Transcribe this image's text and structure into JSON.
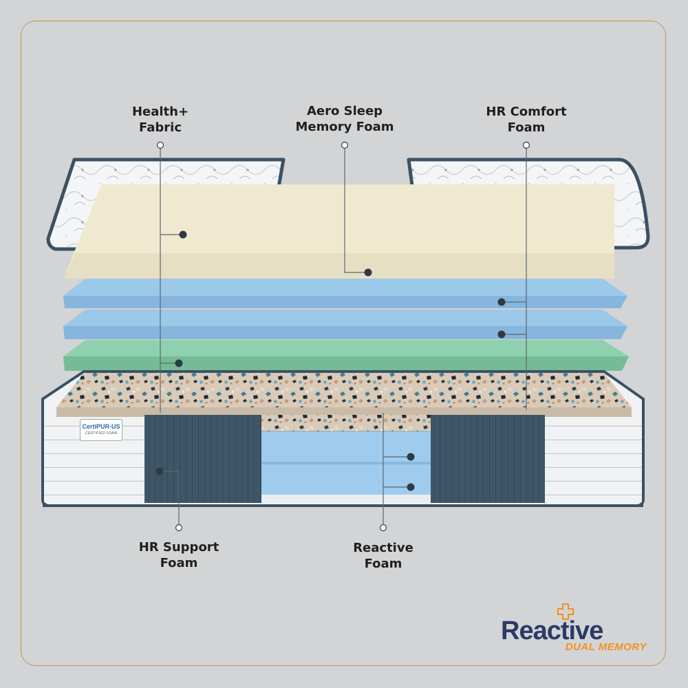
{
  "labels": {
    "health_fabric": "Health+\nFabric",
    "aero_sleep": "Aero Sleep\nMemory Foam",
    "hr_comfort": "HR Comfort\nFoam",
    "hr_support": "HR Support\nFoam",
    "reactive_foam": "Reactive\nFoam"
  },
  "logo": {
    "word_part1": "Reac",
    "word_part2": "ive",
    "subtitle": "DUAL MEMORY"
  },
  "certification": {
    "name": "CertiPUR-US",
    "subtext": "CERTIFIED FOAM"
  },
  "colors": {
    "background": "#d3d4d6",
    "frame_border": "#c9924a",
    "memory_foam": "#efe9d0",
    "comfort_foam": "#8fc0e4",
    "green_foam": "#86c9a6",
    "support_panel": "#3d5566",
    "logo_navy": "#2b3a66",
    "logo_orange": "#f0921e"
  }
}
